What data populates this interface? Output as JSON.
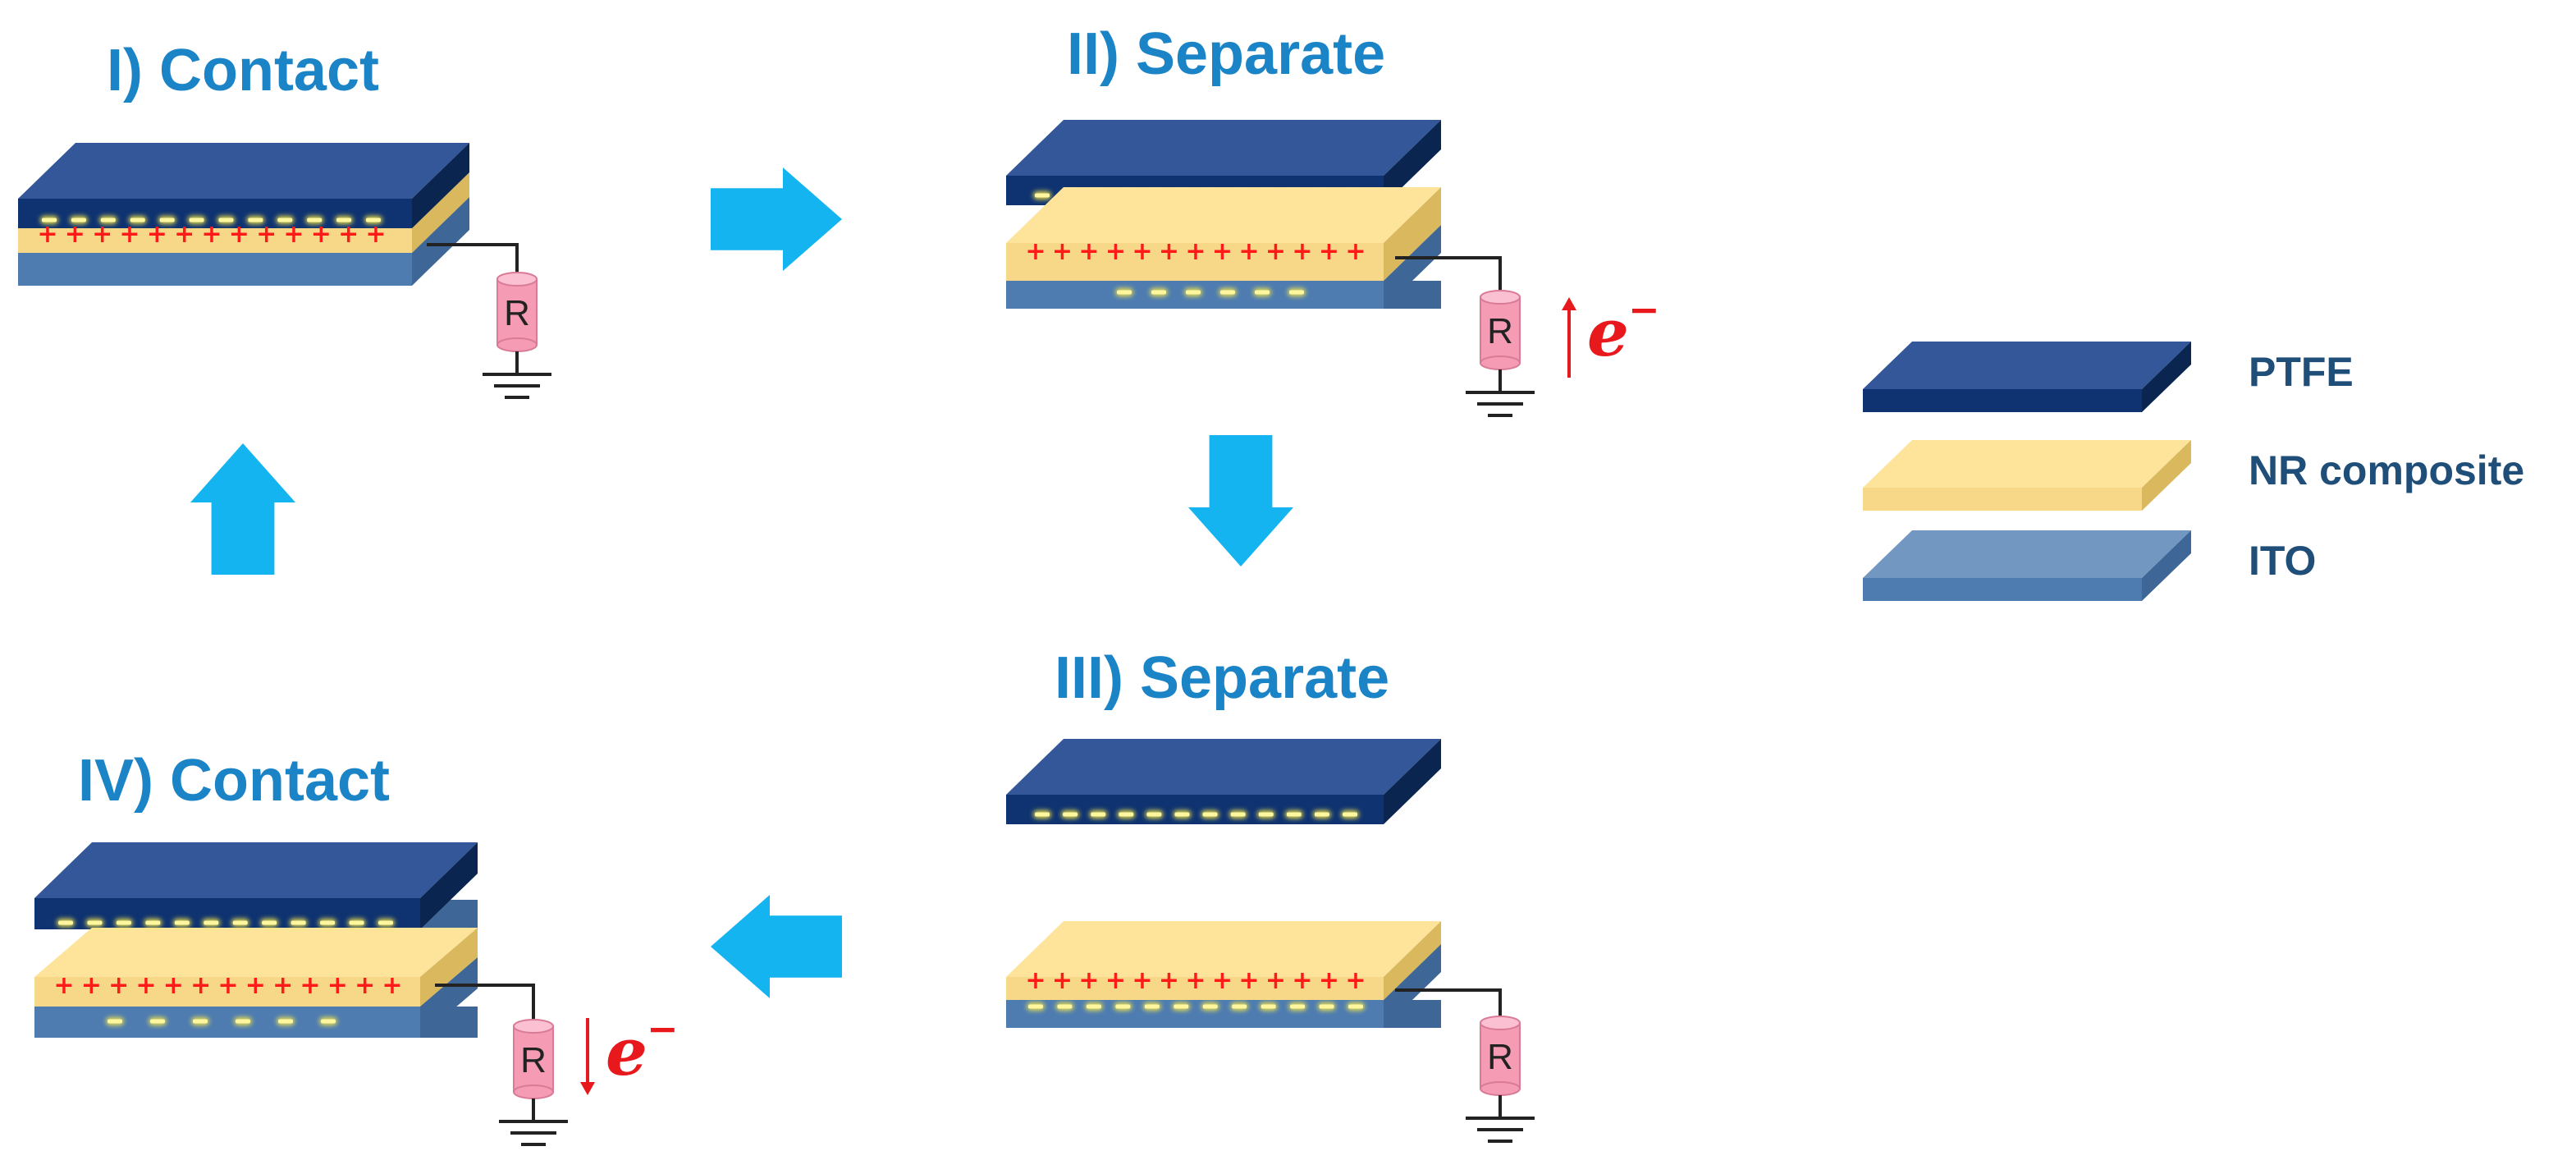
{
  "steps": [
    {
      "label": "I) Contact"
    },
    {
      "label": "II) Separate"
    },
    {
      "label": "III) Separate"
    },
    {
      "label": "IV) Contact"
    }
  ],
  "legend": [
    {
      "label": "PTFE",
      "color": "#2c5087"
    },
    {
      "label": "NR composite",
      "color": "#fbe08c"
    },
    {
      "label": "ITO",
      "color": "#6f94bd"
    }
  ],
  "resistor_label": "R",
  "electron_symbol": "e",
  "electron_superscript": "−",
  "charge_positive": "+",
  "colors": {
    "title": "#1b84c6",
    "arrow": "#14b4f0",
    "ptfe_top": "#34579a",
    "ptfe_front": "#0f3370",
    "nr_top": "#fde49a",
    "nr_front": "#f7d889",
    "ito_top": "#7298c1",
    "ito_front": "#4e7cb0",
    "resistor": "#f59bb4",
    "electron": "#e8191c"
  }
}
